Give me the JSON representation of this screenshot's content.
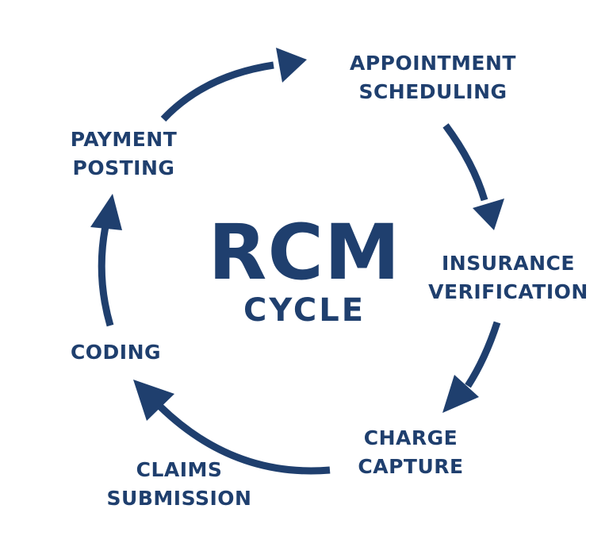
{
  "center": {
    "title": "RCM",
    "subtitle": "CYCLE"
  },
  "steps": [
    {
      "line1": "APPOINTMENT",
      "line2": "SCHEDULING"
    },
    {
      "line1": "INSURANCE",
      "line2": "VERIFICATION"
    },
    {
      "line1": "CHARGE",
      "line2": "CAPTURE"
    },
    {
      "line1": "CLAIMS",
      "line2": "SUBMISSION"
    },
    {
      "line1": "CODING",
      "line2": ""
    },
    {
      "line1": "PAYMENT",
      "line2": "POSTING"
    }
  ],
  "colors": {
    "primary": "#1f3f6e",
    "background": "#ffffff"
  }
}
